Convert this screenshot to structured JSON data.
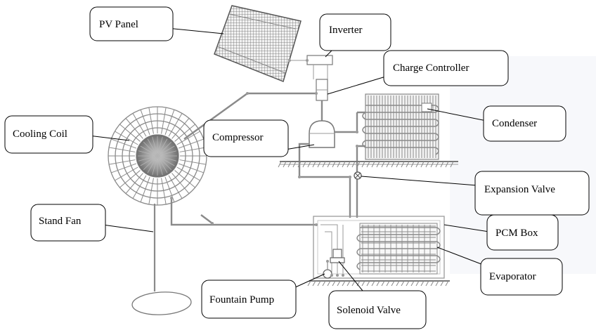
{
  "labels": {
    "pv_panel": "PV Panel",
    "inverter": "Inverter",
    "charge_controller": "Charge Controller",
    "condenser": "Condenser",
    "cooling_coil": "Cooling Coil",
    "compressor": "Compressor",
    "expansion_valve": "Expansion Valve",
    "stand_fan": "Stand Fan",
    "pcm_box": "PCM Box",
    "evaporator": "Evaporator",
    "fountain_pump": "Fountain Pump",
    "solenoid_valve": "Solenoid Valve"
  }
}
